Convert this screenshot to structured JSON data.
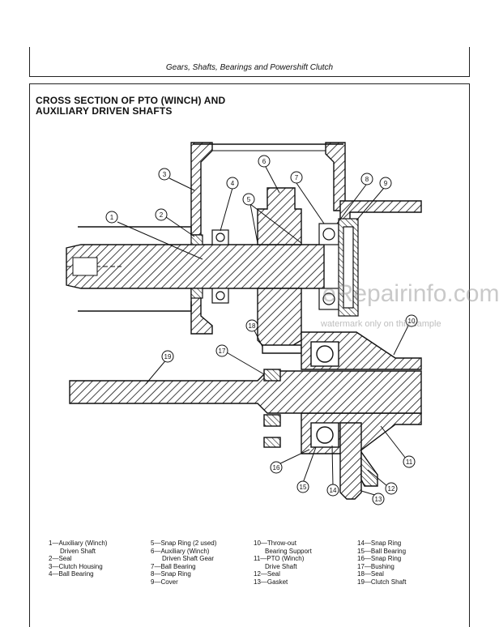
{
  "header": {
    "title": "Gears, Shafts, Bearings and Powershift Clutch"
  },
  "section": {
    "title_line1": "CROSS SECTION OF PTO (WINCH) AND",
    "title_line2": "AUXILIARY DRIVEN SHAFTS"
  },
  "callouts": [
    "1",
    "2",
    "3",
    "4",
    "5",
    "6",
    "7",
    "8",
    "9",
    "10",
    "11",
    "12",
    "13",
    "14",
    "15",
    "16",
    "17",
    "18",
    "19"
  ],
  "legend": {
    "col1": [
      "1—Auxiliary (Winch)",
      "Driven Shaft",
      "2—Seal",
      "3—Clutch Housing",
      "4—Ball Bearing"
    ],
    "col2": [
      "5—Snap Ring (2 used)",
      "6—Auxiliary (Winch)",
      "Driven Shaft Gear",
      "7—Ball Bearing",
      "8—Snap Ring",
      "9—Cover"
    ],
    "col3": [
      "10—Throw-out",
      "Bearing Support",
      "11—PTO (Winch)",
      "Drive Shaft",
      "12—Seal",
      "13—Gasket"
    ],
    "col4": [
      "14—Snap Ring",
      "15—Ball Bearing",
      "16—Snap Ring",
      "17—Bushing",
      "18—Seal",
      "19—Clutch Shaft"
    ]
  },
  "watermark": {
    "line1": "eRepairinfo.com",
    "line2": "watermark only on this sample"
  }
}
